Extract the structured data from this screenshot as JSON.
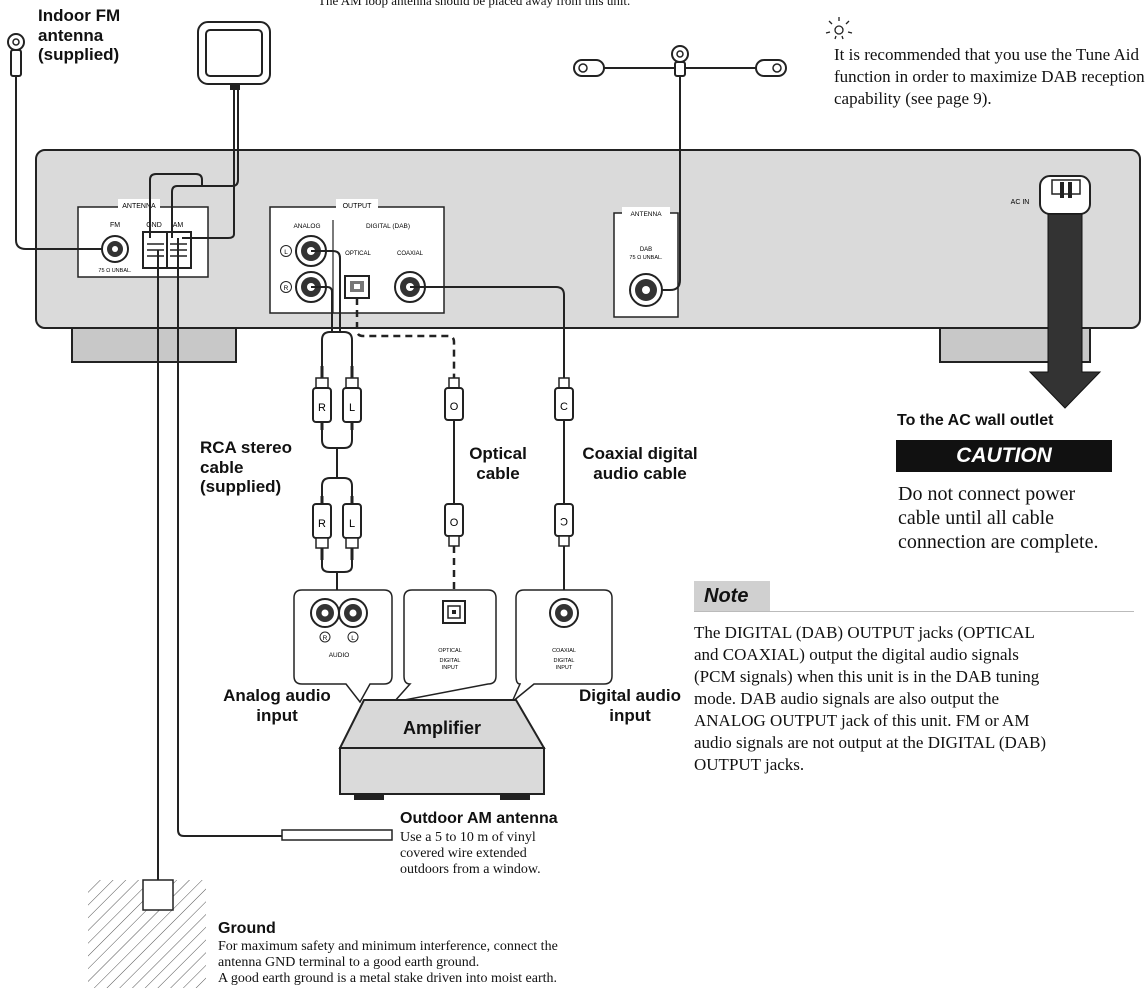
{
  "top_note": "The AM loop antenna should be placed away from this unit.",
  "tip": {
    "icon": "lightbulb-tip-icon",
    "text": "It is recommended that you use the Tune Aid function in order to maximize DAB reception capability (see page 9)."
  },
  "panel": {
    "antenna_group": "ANTENNA",
    "fm": "FM",
    "fm_sub": "75 Ω UNBAL.",
    "gnd": "GND",
    "am": "AM",
    "output_group": "OUTPUT",
    "analog": "ANALOG",
    "digital_dab": "DIGITAL (DAB)",
    "optical": "OPTICAL",
    "coaxial": "COAXIAL",
    "left_mark": "L",
    "right_mark": "R",
    "antenna_group2": "ANTENNA",
    "dab": "DAB",
    "dab_sub": "75 Ω UNBAL.",
    "ac_in": "AC IN"
  },
  "labels": {
    "indoor_fm": [
      "Indoor FM",
      "antenna",
      "(supplied)"
    ],
    "rca": [
      "RCA stereo",
      "cable",
      "(supplied)"
    ],
    "optical_cable": [
      "Optical",
      "cable"
    ],
    "coaxial_cable": [
      "Coaxial digital",
      "audio cable"
    ],
    "analog_input": [
      "Analog audio",
      "input"
    ],
    "digital_input": [
      "Digital audio",
      "input"
    ],
    "amplifier": "Amplifier",
    "ac_outlet": "To the AC wall outlet",
    "caution": "CAUTION",
    "caution_text": [
      "Do not connect power",
      "cable until all cable",
      "connection are complete."
    ],
    "outdoor_am": "Outdoor AM antenna",
    "outdoor_am_text": [
      "Use a 5 to 10 m of vinyl",
      "covered wire extended",
      "outdoors from a window."
    ],
    "ground": "Ground",
    "ground_text": [
      "For maximum safety and minimum interference, connect the",
      "antenna GND terminal to a good earth ground.",
      "A good earth ground is a metal stake driven into moist earth."
    ]
  },
  "plugs": {
    "r": "R",
    "l": "L",
    "o": "O",
    "c": "C"
  },
  "amp_jacks": {
    "audio": "AUDIO",
    "r": "R",
    "l": "L",
    "optical": "OPTICAL",
    "digital_input": [
      "DIGITAL",
      "INPUT"
    ],
    "coaxial": "COAXIAL"
  },
  "note": {
    "title": "Note",
    "text": [
      "The DIGITAL (DAB) OUTPUT jacks (OPTICAL",
      "and COAXIAL) output the digital audio signals",
      "(PCM signals) when this unit is in the DAB tuning",
      "mode. DAB audio signals are also output the",
      "ANALOG OUTPUT jack of this unit. FM or AM",
      "audio signals are not output at the DIGITAL (DAB)",
      "OUTPUT jacks."
    ]
  }
}
